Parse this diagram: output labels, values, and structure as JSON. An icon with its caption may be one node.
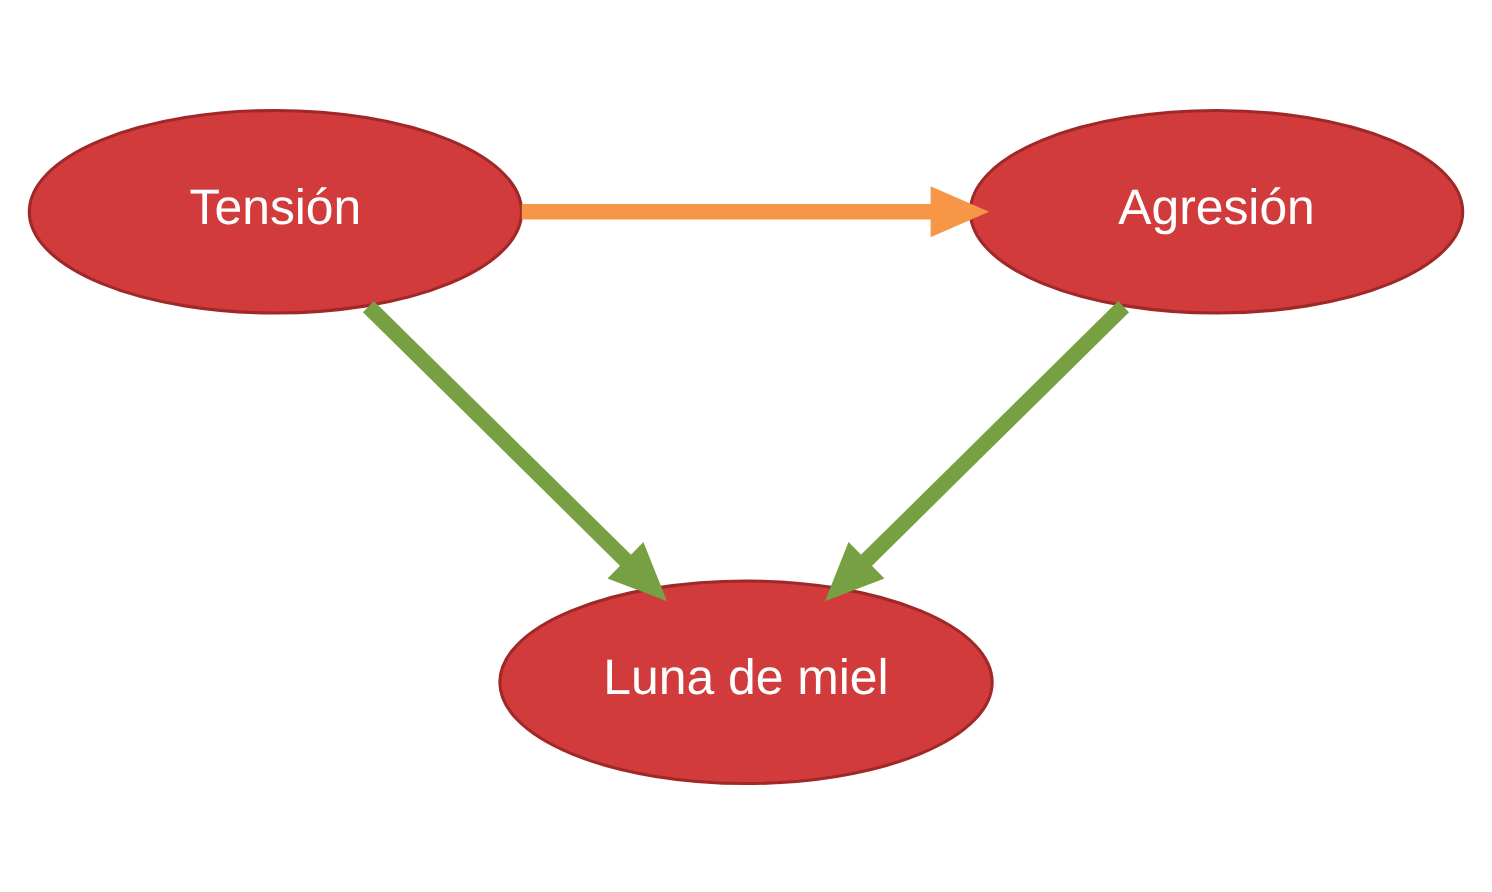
{
  "diagram": {
    "nodes": [
      {
        "text": [
          "Tensión"
        ]
      },
      {
        "text": [
          "Agresión"
        ]
      },
      {
        "text": [
          "Luna de miel"
        ]
      }
    ],
    "edges": [
      {
        "from": 0,
        "to": 1,
        "arrow": "to",
        "color": "#f79646"
      },
      {
        "from": 0,
        "to": 2,
        "arrow": "to"
      },
      {
        "from": 1,
        "to": 2,
        "arrow": "to"
      }
    ]
  }
}
